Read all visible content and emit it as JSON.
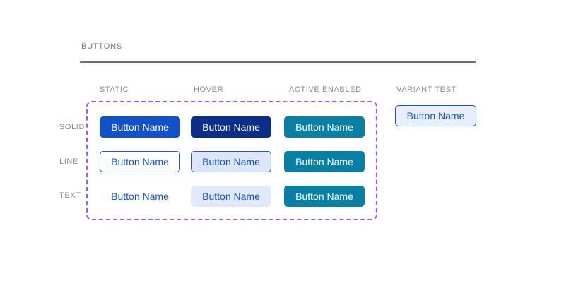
{
  "section": {
    "title": "BUTTONS"
  },
  "columns": [
    "STATIC",
    "HOVER",
    "ACTIVE ENABLED",
    "VARIANT TEST"
  ],
  "rows": [
    "SOLID",
    "LINE",
    "TEXT"
  ],
  "button_label": "Button Name",
  "colors": {
    "solid_static_blue": "#1351c8",
    "solid_hover_navy": "#0b2f88",
    "active_enabled_teal": "#0b7ea4",
    "line_hover_fill": "#dde6f7",
    "text_hover_fill": "#e2e9f8",
    "variant_fill": "#e9eefb",
    "button_text_blue": "#1751cd",
    "outline_blue": "#2155cb",
    "selection_purple": "#a355f0",
    "label_gray": "#8a8a8a",
    "divider_gray": "#6e6e6e",
    "canvas_background": "#ffffff"
  }
}
